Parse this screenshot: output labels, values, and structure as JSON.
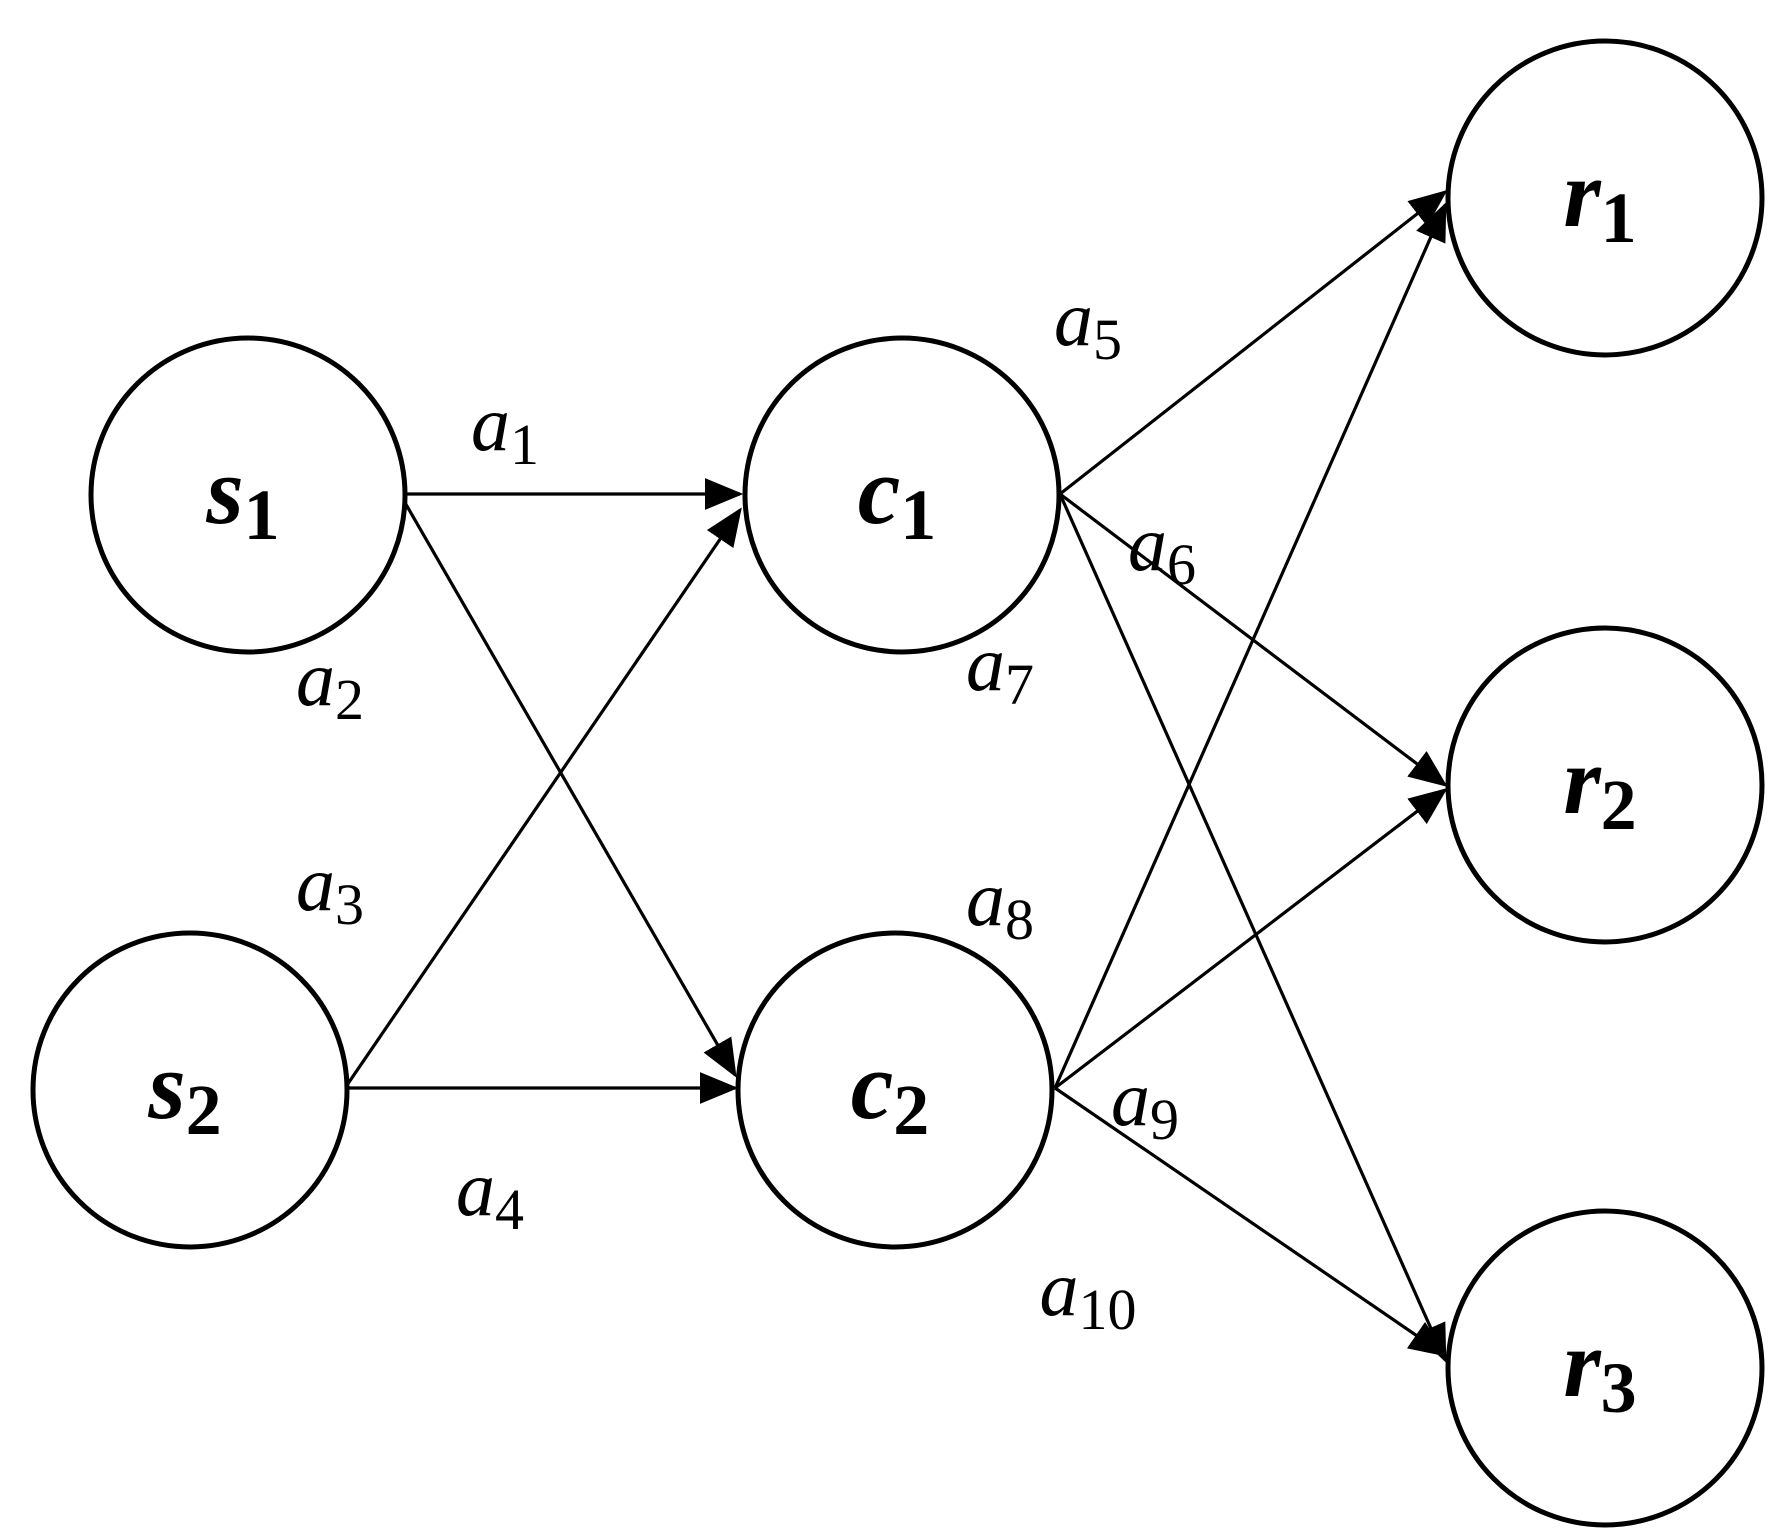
{
  "diagram": {
    "nodes": [
      {
        "id": "s1",
        "symbol": "s",
        "index": "1"
      },
      {
        "id": "s2",
        "symbol": "s",
        "index": "2"
      },
      {
        "id": "c1",
        "symbol": "c",
        "index": "1"
      },
      {
        "id": "c2",
        "symbol": "c",
        "index": "2"
      },
      {
        "id": "r1",
        "symbol": "r",
        "index": "1"
      },
      {
        "id": "r2",
        "symbol": "r",
        "index": "2"
      },
      {
        "id": "r3",
        "symbol": "r",
        "index": "3"
      }
    ],
    "edges": [
      {
        "id": "a1",
        "from": "s1",
        "to": "c1",
        "symbol": "a",
        "index": "1"
      },
      {
        "id": "a2",
        "from": "s1",
        "to": "c2",
        "symbol": "a",
        "index": "2"
      },
      {
        "id": "a3",
        "from": "s2",
        "to": "c1",
        "symbol": "a",
        "index": "3"
      },
      {
        "id": "a4",
        "from": "s2",
        "to": "c2",
        "symbol": "a",
        "index": "4"
      },
      {
        "id": "a5",
        "from": "c1",
        "to": "r1",
        "symbol": "a",
        "index": "5"
      },
      {
        "id": "a6",
        "from": "c1",
        "to": "r2",
        "symbol": "a",
        "index": "6"
      },
      {
        "id": "a7",
        "from": "c1",
        "to": "r3",
        "symbol": "a",
        "index": "7"
      },
      {
        "id": "a8",
        "from": "c2",
        "to": "r1",
        "symbol": "a",
        "index": "8"
      },
      {
        "id": "a9",
        "from": "c2",
        "to": "r2",
        "symbol": "a",
        "index": "9"
      },
      {
        "id": "a10",
        "from": "c2",
        "to": "r3",
        "symbol": "a",
        "index": "10"
      }
    ]
  }
}
